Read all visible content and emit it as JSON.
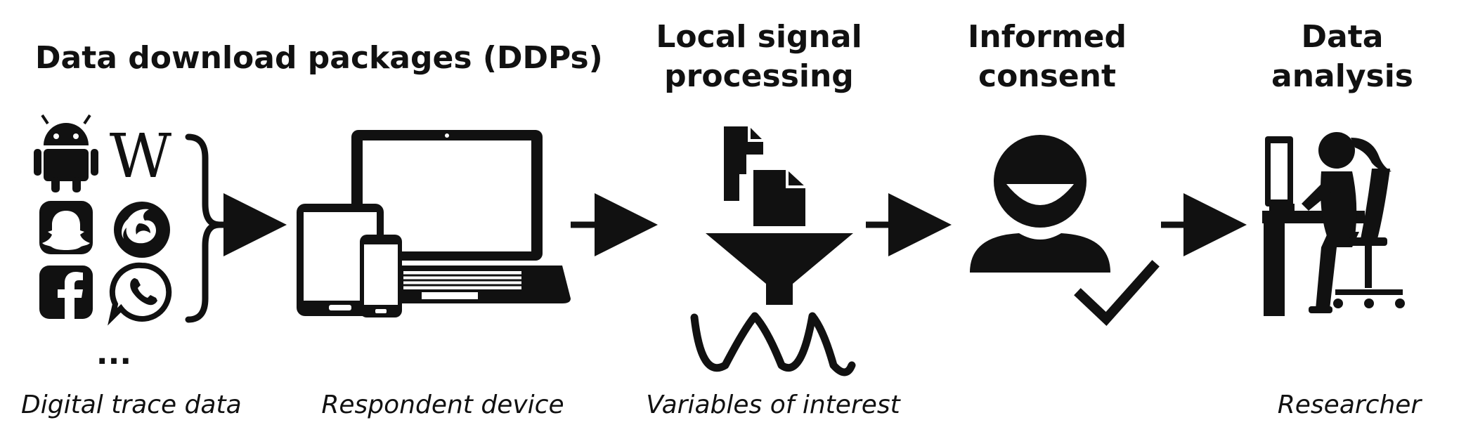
{
  "headings": {
    "ddp": "Data download packages (DDPs)",
    "local_processing": [
      "Local signal",
      "processing"
    ],
    "consent": [
      "Informed",
      "consent"
    ],
    "analysis": [
      "Data",
      "analysis"
    ]
  },
  "captions": {
    "trace": "Digital trace data",
    "device": "Respondent device",
    "variables": "Variables of interest",
    "researcher": "Researcher"
  },
  "icons": {
    "wikipedia_glyph": "W",
    "ellipsis": "...",
    "sources": [
      "android-icon",
      "wikipedia-icon",
      "snapchat-icon",
      "firefox-icon",
      "facebook-icon",
      "whatsapp-icon"
    ]
  },
  "colors": {
    "ink": "#111111",
    "background": "#ffffff"
  }
}
